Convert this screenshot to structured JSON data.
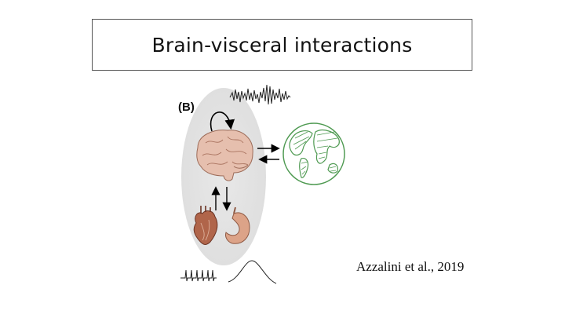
{
  "slide": {
    "title": "Brain-visceral interactions",
    "panel_label": "(B)",
    "citation": "Azzalini et al., 2019"
  },
  "figure": {
    "icons": [
      "brain-icon",
      "globe-icon",
      "heart-icon",
      "stomach-icon",
      "eeg-waveform-icon",
      "ecg-waveform-icon",
      "gastric-wave-icon"
    ],
    "colors": {
      "body_ellipse": "#e4e4e4",
      "brain": "#e6bfae",
      "brain_outline": "#9c6b58",
      "globe_land": "#4f9a52",
      "heart": "#b0654a",
      "stomach": "#dca388"
    }
  }
}
